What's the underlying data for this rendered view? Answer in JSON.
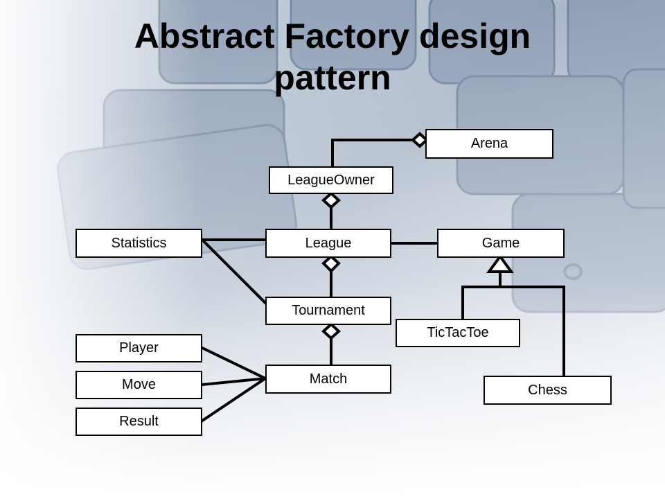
{
  "slide": {
    "title_line1": "Abstract Factory design",
    "title_line2": "pattern"
  },
  "classes": {
    "arena": "Arena",
    "league_owner": "LeagueOwner",
    "statistics": "Statistics",
    "league": "League",
    "game": "Game",
    "tournament": "Tournament",
    "tictactoe": "TicTacToe",
    "player": "Player",
    "match": "Match",
    "move": "Move",
    "result": "Result",
    "chess": "Chess"
  },
  "colors": {
    "line": "#000000",
    "box_fill": "#ffffff",
    "background_dark": "#7c8fa8",
    "background_light": "#eef1f5"
  }
}
